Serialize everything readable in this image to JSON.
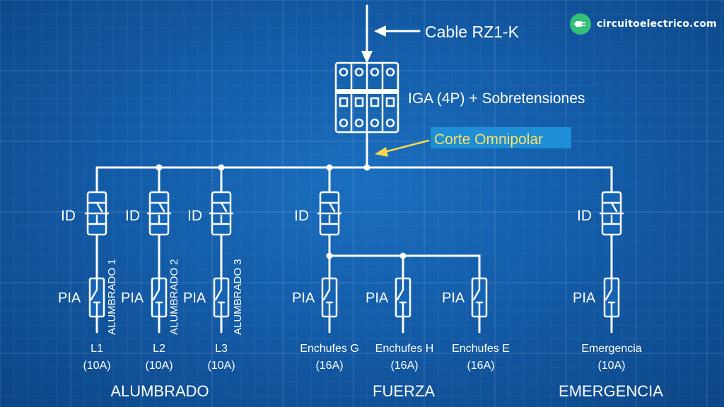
{
  "brand": {
    "name": "circuitoelectrico.com",
    "icon": "plug-icon",
    "color": "#35c07a"
  },
  "colors": {
    "background": "#1565b8",
    "line": "#ffffff",
    "highlight_box": "#1e8fd6",
    "highlight_text": "#ffe066",
    "arrow_highlight": "#ffd84a"
  },
  "header": {
    "cable_label": "Cable RZ1-K",
    "main_breaker_label": "IGA (4P) + Sobretensiones",
    "omnipolar_label": "Corte Omnipolar"
  },
  "device_labels": {
    "differential": "ID",
    "breaker": "PIA"
  },
  "circuits": [
    {
      "vertical_label": "ALUMBRADO 1",
      "name": "L1",
      "rating": "(10A)"
    },
    {
      "vertical_label": "ALUMBRADO 2",
      "name": "L2",
      "rating": "(10A)"
    },
    {
      "vertical_label": "ALUMBRADO 3",
      "name": "L3",
      "rating": "(10A)"
    },
    {
      "vertical_label": "",
      "name": "Enchufes G",
      "rating": "(16A)"
    },
    {
      "vertical_label": "",
      "name": "Enchufes H",
      "rating": "(16A)"
    },
    {
      "vertical_label": "",
      "name": "Enchufes E",
      "rating": "(16A)"
    },
    {
      "vertical_label": "",
      "name": "Emergencia",
      "rating": "(10A)"
    }
  ],
  "groups": [
    {
      "label": "ALUMBRADO"
    },
    {
      "label": "FUERZA"
    },
    {
      "label": "EMERGENCIA"
    }
  ]
}
